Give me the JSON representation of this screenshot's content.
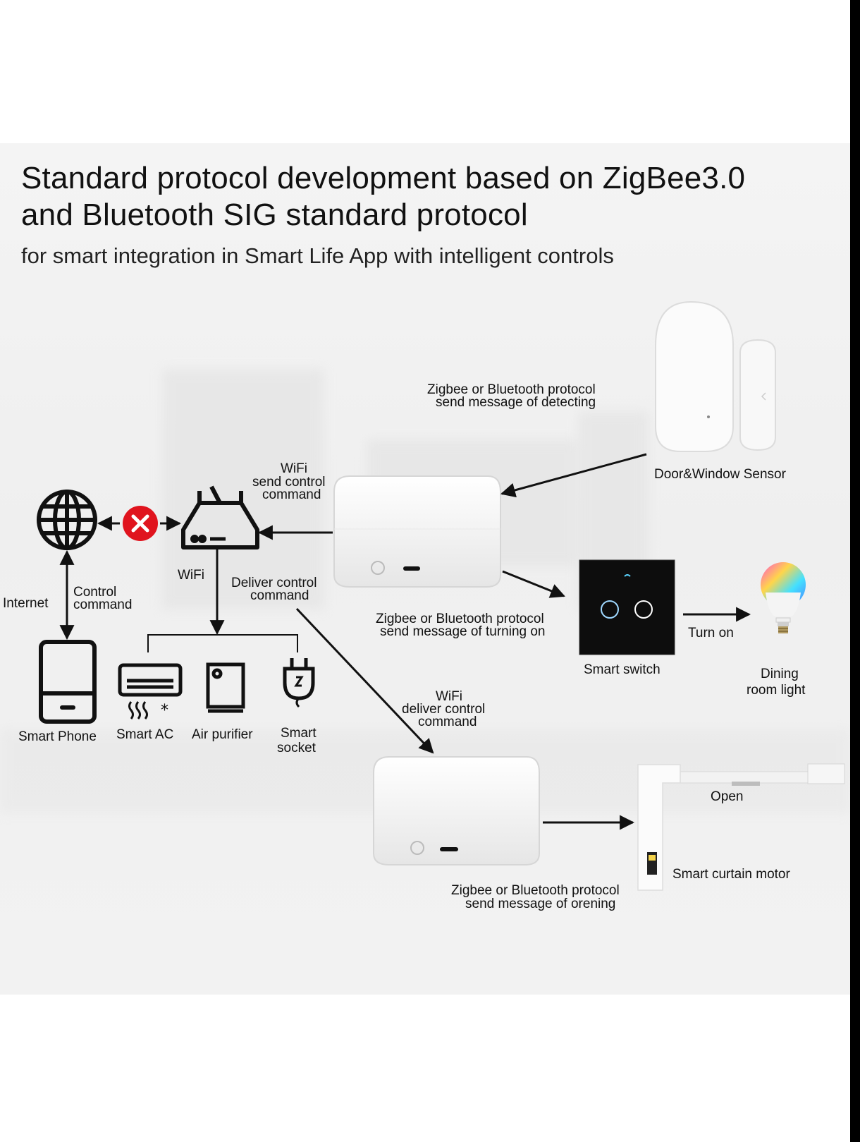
{
  "title": {
    "line1": "Standard protocol development based on ZigBee3.0",
    "line2": "and Bluetooth SIG standard protocol",
    "subtitle": "for smart integration in Smart Life App with intelligent controls"
  },
  "labels": {
    "zigbee_detect_1": "Zigbee or Bluetooth protocol",
    "zigbee_detect_2": "send message of detecting",
    "door_sensor": "Door&Window Sensor",
    "wifi_send_1": "WiFi",
    "wifi_send_2": "send control",
    "wifi_send_3": "command",
    "wifi": "WiFi",
    "deliver_1": "Deliver control",
    "deliver_2": "command",
    "internet": "Internet",
    "control_1": "Control",
    "control_2": "command",
    "zigbee_turn_1": "Zigbee or Bluetooth protocol",
    "zigbee_turn_2": "send message of turning on",
    "smart_switch": "Smart switch",
    "turn_on": "Turn on",
    "dining_1": "Dining",
    "dining_2": "room light",
    "wifi_deliver_1": "WiFi",
    "wifi_deliver_2": "deliver control",
    "wifi_deliver_3": "command",
    "smart_phone": "Smart Phone",
    "smart_ac": "Smart AC",
    "air_purifier": "Air purifier",
    "smart_socket_1": "Smart",
    "smart_socket_2": "socket",
    "open": "Open",
    "curtain_motor": "Smart curtain motor",
    "zigbee_open_1": "Zigbee or Bluetooth protocol",
    "zigbee_open_2": "send message of orening"
  },
  "colors": {
    "accent_error": "#e0141e",
    "line": "#111111"
  },
  "icons": [
    "globe-icon",
    "error-x-icon",
    "router-icon",
    "smartphone-icon",
    "air-conditioner-icon",
    "air-purifier-icon",
    "plug-icon",
    "gateway-hub",
    "door-sensor",
    "touch-switch",
    "light-bulb",
    "curtain-motor"
  ]
}
